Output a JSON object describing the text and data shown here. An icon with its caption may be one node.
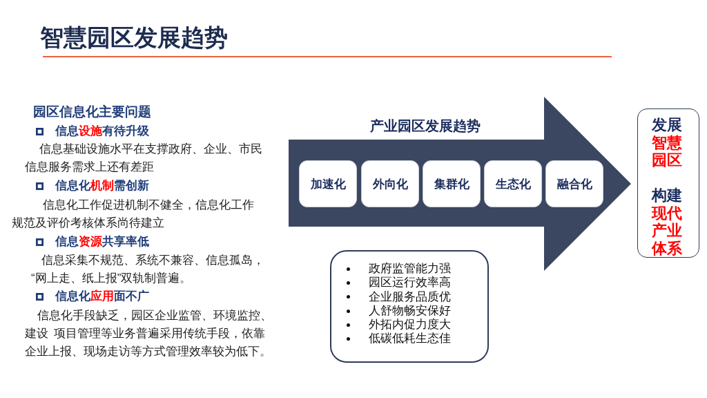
{
  "diagram": {
    "title": "智慧园区发展趋势",
    "nodes": [
      {
        "text": [
          "产业园区发展趋势"
        ]
      },
      {
        "text": [
          "加速化"
        ],
        "in": 0
      },
      {
        "text": [
          "外向化"
        ],
        "in": 0
      },
      {
        "text": [
          "集群化"
        ],
        "in": 0
      },
      {
        "text": [
          "生态化"
        ],
        "in": 0
      },
      {
        "text": [
          "融合化"
        ],
        "in": 0
      },
      {
        "text": [
          "政府监管能力强",
          "园区运行效率高",
          "企业服务品质优",
          "人舒物畅安保好",
          "外拓内促力度大",
          "低碳低耗生态佳"
        ]
      },
      {
        "text": [
          "发展**智慧园区**",
          "构建**现代产业体系**"
        ]
      }
    ],
    "labels": [
      "园区信息化主要问题",
      "信息**设施**有待升级",
      "信息基础设施水平在支撑政府、企业、市民信息服务需求上还有差距",
      "信息化**机制**需创新",
      "信息化工作促进机制不健全，信息化工作规范及评价考核体系尚待建立",
      "信息**资源**共享率低",
      "信息采集不规范、系统不兼容、信息孤岛，“网上走、纸上报”双轨制普遍。",
      "信息化**应用**面不广",
      "信息化手段缺乏，园区企业监管、环境监控、建设 项目管理等业务普遍采用传统手段，依靠企业上报、现场走访等方式管理效率较为低下。"
    ]
  }
}
